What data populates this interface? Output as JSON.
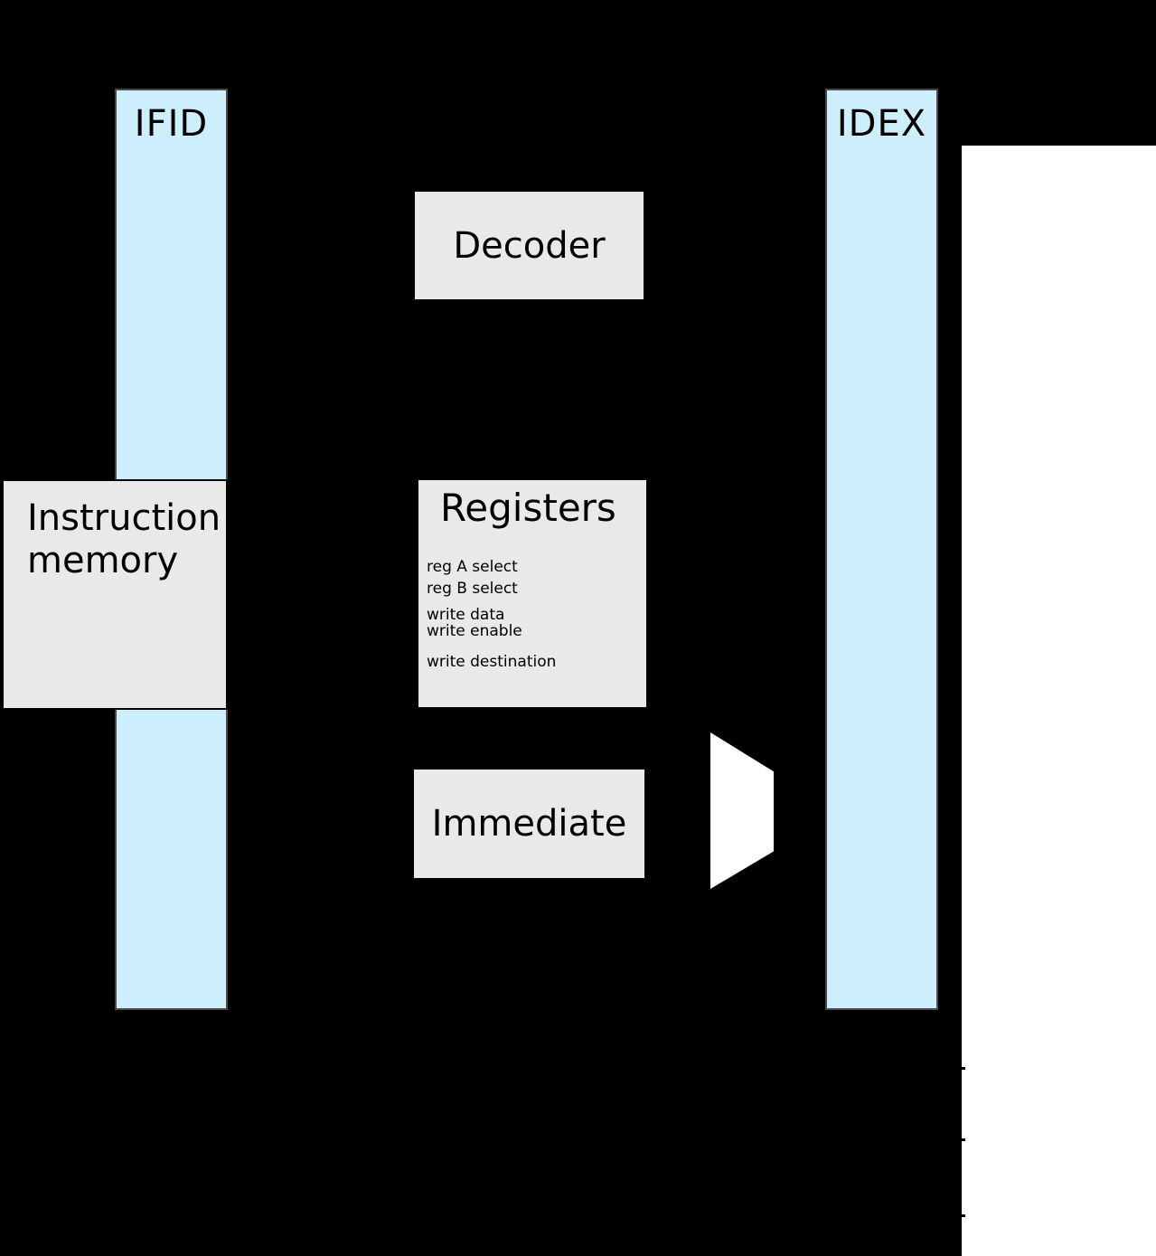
{
  "pipeline_registers": {
    "ifid": "IFID",
    "idex": "IDEX"
  },
  "blocks": {
    "instruction_memory": {
      "line1": "Instruction",
      "line2": "memory"
    },
    "decoder": {
      "label": "Decoder"
    },
    "registers": {
      "title": "Registers",
      "ports": [
        "reg A select",
        "reg B select",
        "write data",
        "write enable",
        "write destination"
      ]
    },
    "immediate": {
      "label": "Immediate"
    }
  },
  "colors": {
    "background": "#000000",
    "pipeline_register_fill": "#cdeefc",
    "block_fill": "#e9e9e9",
    "block_border": "#000000",
    "mux_fill": "#ffffff",
    "right_canvas": "#ffffff"
  }
}
